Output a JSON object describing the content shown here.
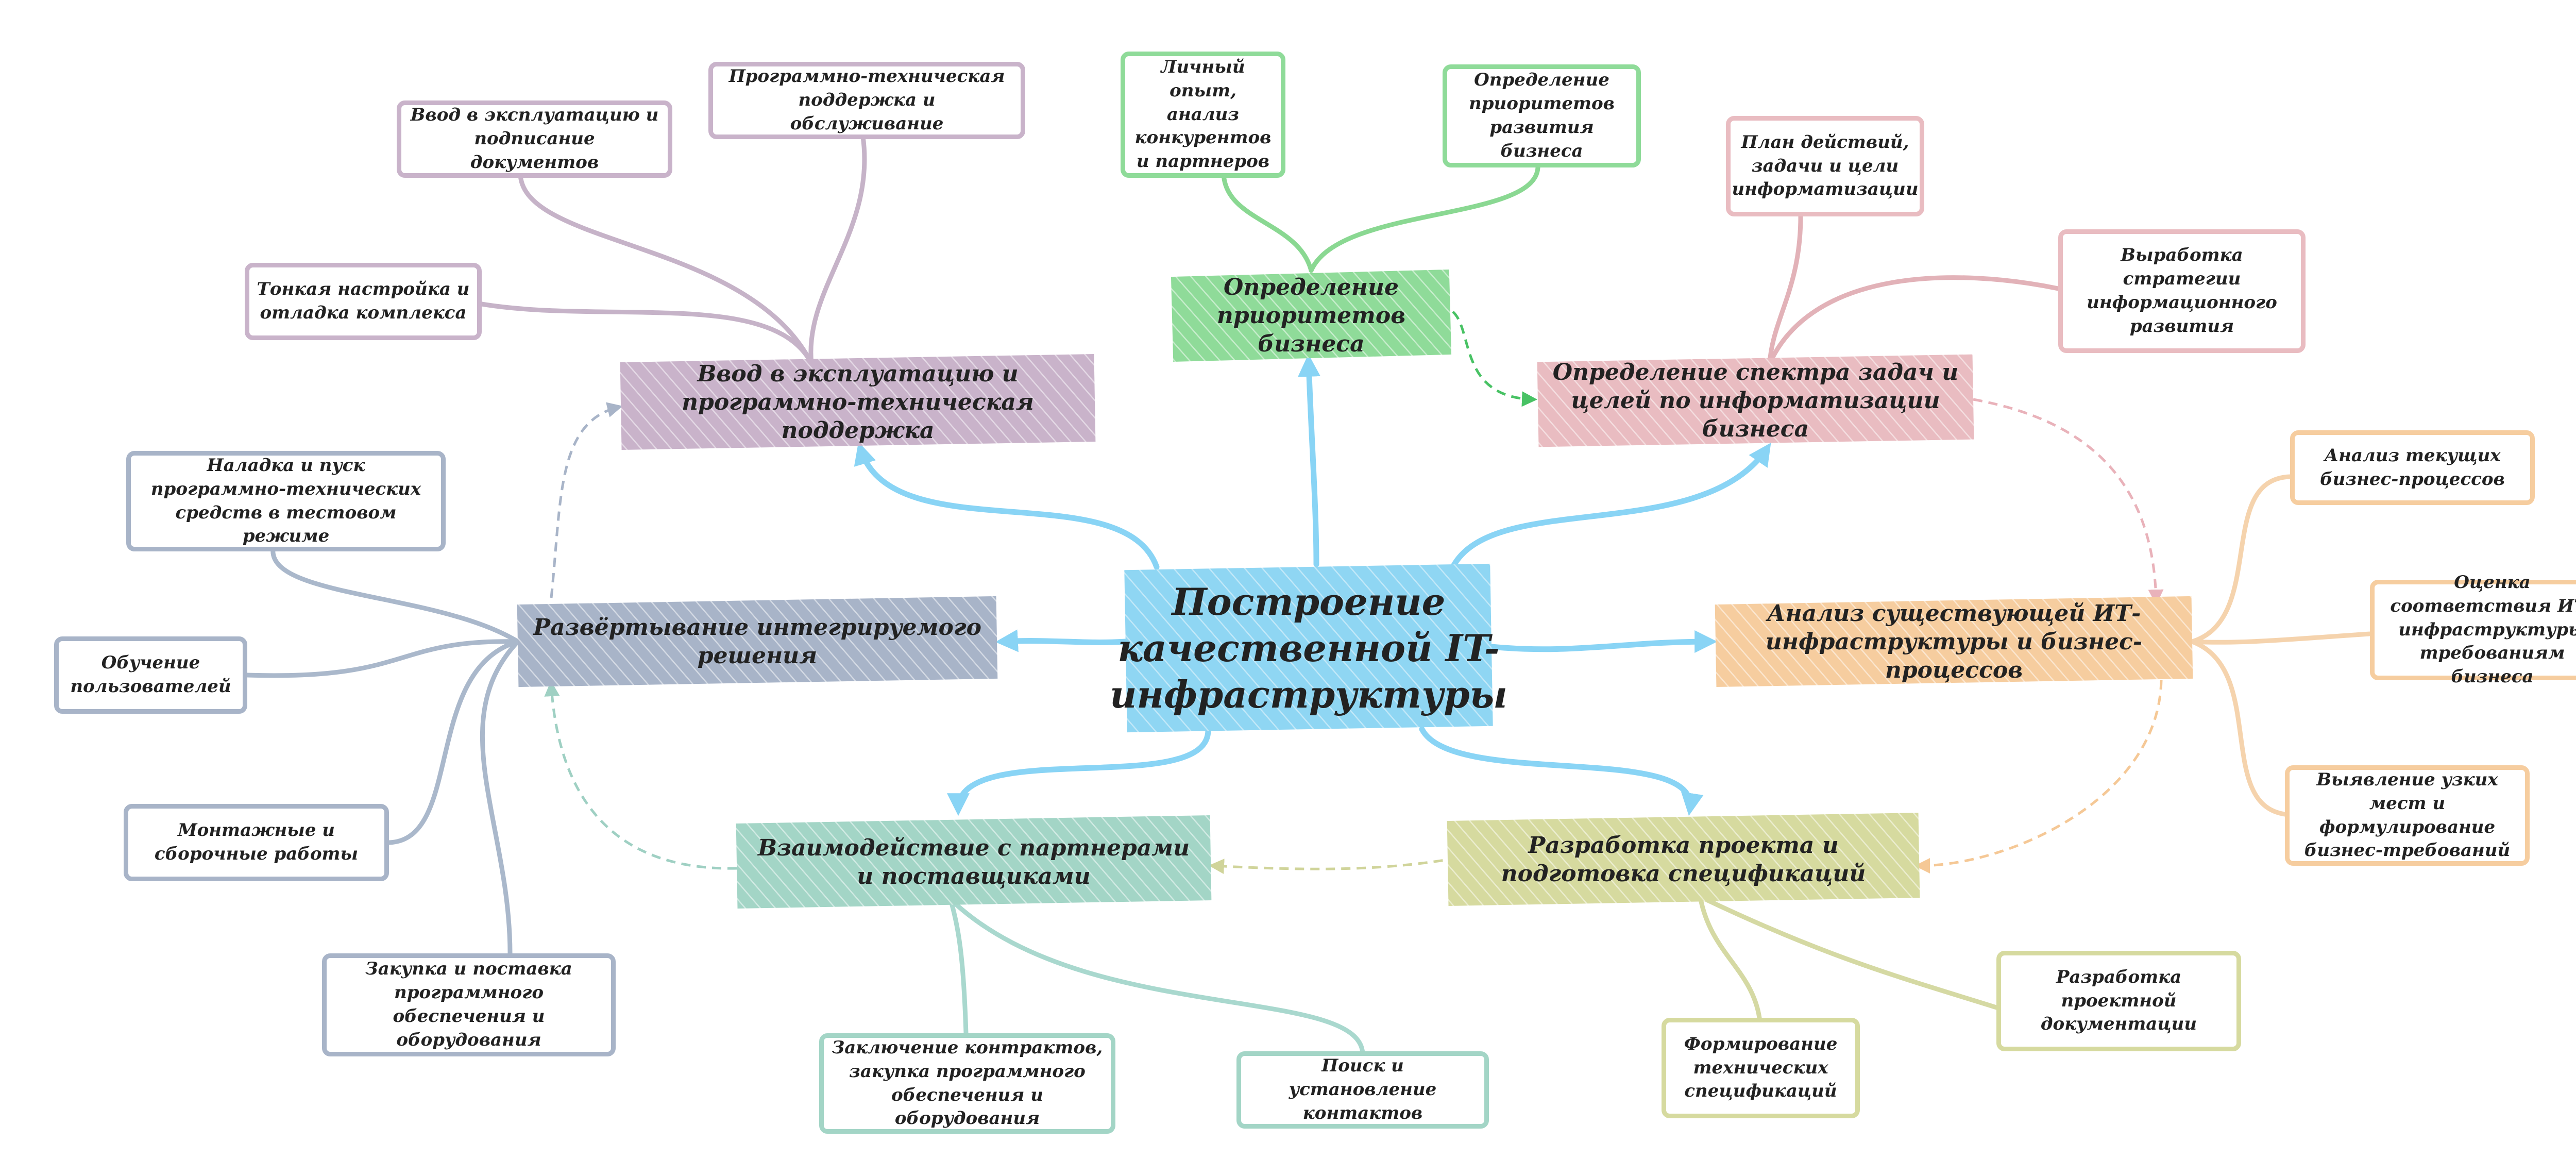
{
  "colors": {
    "center": "#8fd6f3",
    "center_line": "#89d4f5",
    "green": "#8fdb99",
    "green_line": "#8ad892",
    "green_dash": "#48c264",
    "pink": "#e9bcc1",
    "pink_line": "#e2b2b8",
    "orange": "#f6cd9f",
    "orange_line": "#f5d3ad",
    "olive": "#d6da9f",
    "olive_line": "#d5d9a3",
    "teal": "#a3d5c6",
    "teal_line": "#a9d8ce",
    "slate": "#a8b4c8",
    "slate_line": "#aab8cb",
    "purple": "#c9b3ca",
    "purple_line": "#c6b3c8"
  },
  "center": {
    "text": "Построение качественной IT-инфраструктуры"
  },
  "nodes": {
    "priorities": "Определение приоритетов бизнеса",
    "tasks": "Определение спектра задач и целей по информатизации бизнеса",
    "analysis": "Анализ существующей ИТ-инфраструктуры и бизнес-процессов",
    "project": "Разработка проекта и подготовка спецификаций",
    "partners": "Взаимодействие с партнерами и поставщиками",
    "deploy": "Развёртывание интегрируемого решения",
    "commission": "Ввод в эксплуатацию и программно-техническая поддержка"
  },
  "leaves": {
    "experience": "Личный опыт, анализ конкурентов и партнеров",
    "biz_priorities": "Определение приоритетов развития бизнеса",
    "action_plan": "План действий, задачи и цели информатизации",
    "strategy": "Выработка стратегии информационного развития",
    "current_processes": "Анализ текущих бизнес-процессов",
    "compliance": "Оценка соответствия ИТ-инфраструктуры требованиям бизнеса",
    "bottlenecks": "Выявление узких мест и формулирование бизнес-требований",
    "project_docs": "Разработка проектной документации",
    "tech_specs": "Формирование технических спецификаций",
    "contacts": "Поиск и установление контактов",
    "contracts": "Заключение контрактов, закупка программного обеспечения и оборудования",
    "purchase": "Закупка и поставка программного обеспечения и оборудования",
    "assembly": "Монтажные и сборочные работы",
    "training": "Обучение пользователей",
    "setup": "Наладка и пуск программно-технических средств в тестовом режиме",
    "tuning": "Тонкая настройка и отладка комплекса",
    "docs_signing": "Ввод в эксплуатацию и подписание документов",
    "support": "Программно-техническая поддержка и обслуживание"
  }
}
